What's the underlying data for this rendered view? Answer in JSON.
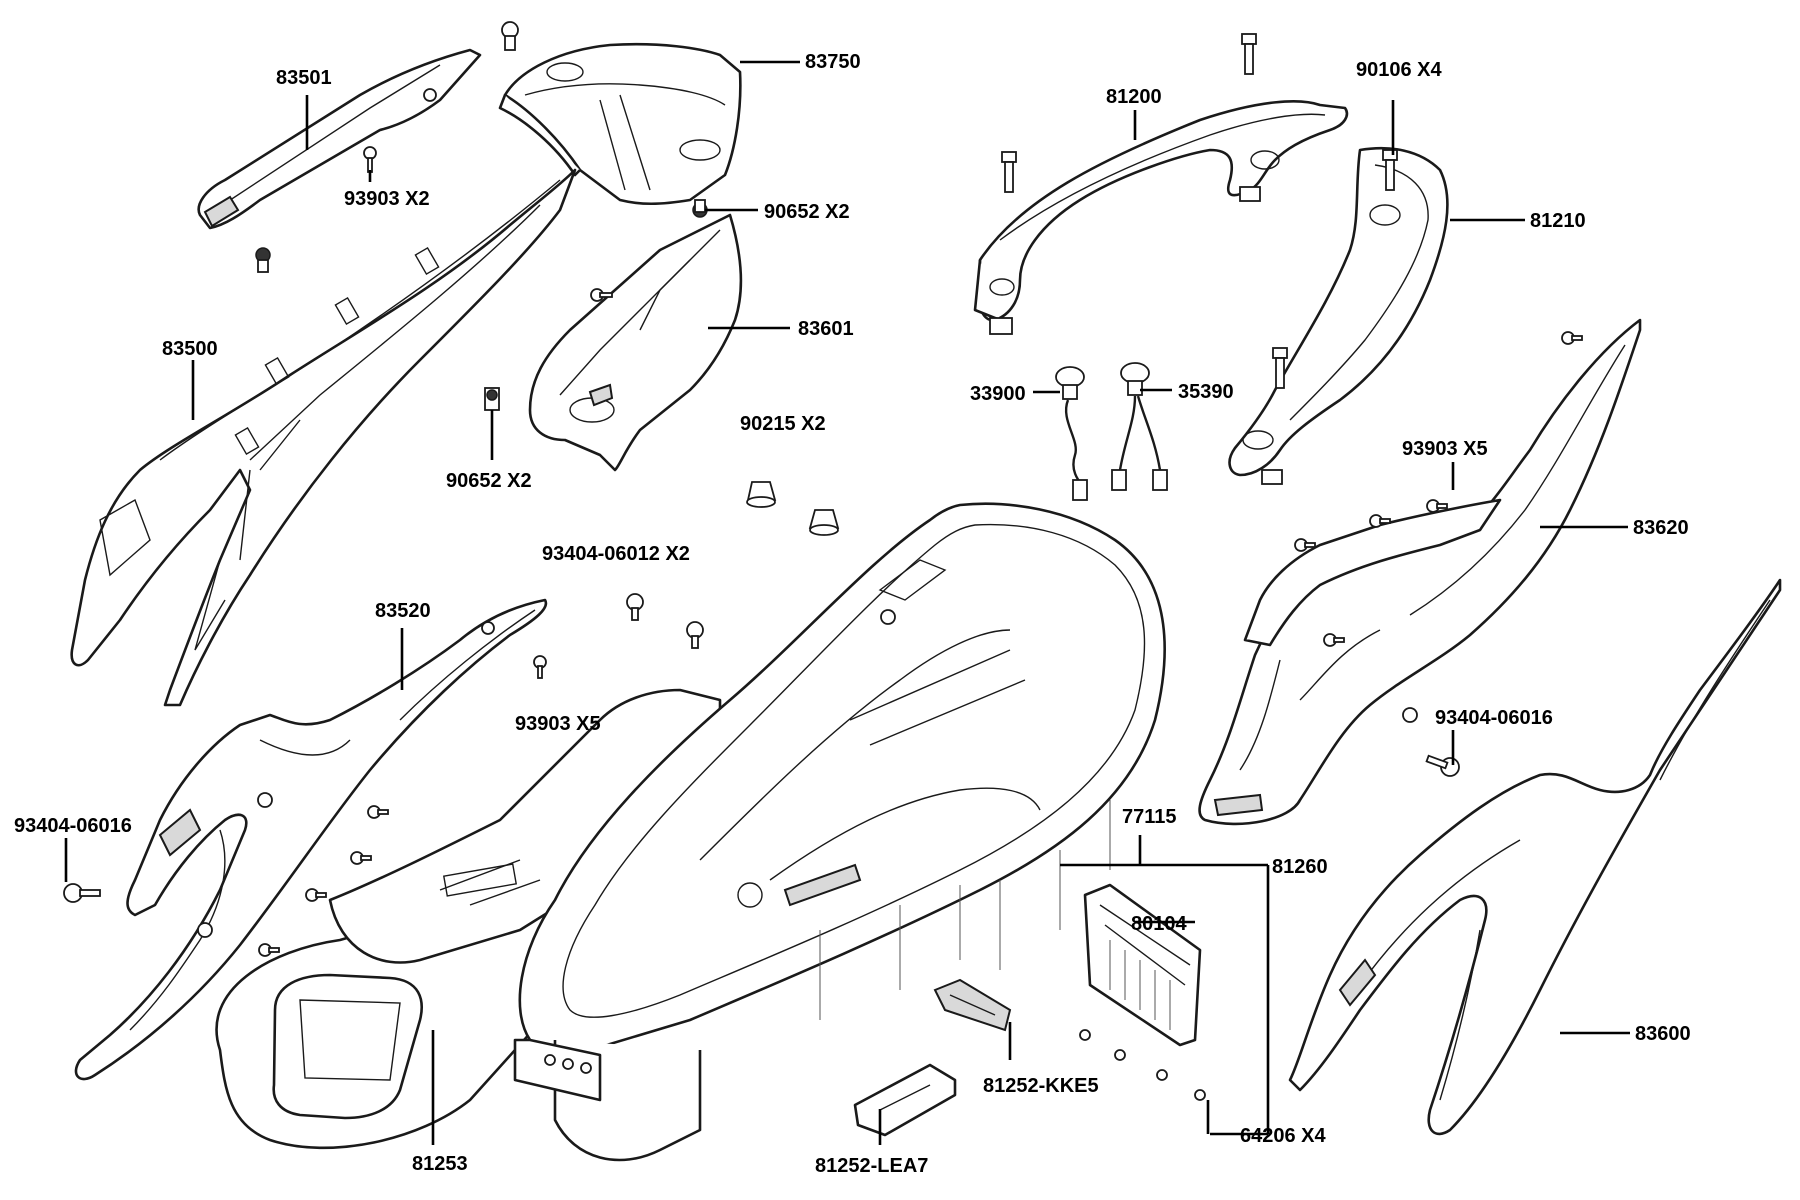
{
  "labels": {
    "p83501": "83501",
    "p83750": "83750",
    "p93903_x2": "93903  X2",
    "p90652_x2_a": "90652  X2",
    "p83500": "83500",
    "p83601": "83601",
    "p90652_x2_b": "90652 X2",
    "p90215_x2": "90215   X2",
    "p93404_06012_x2": "93404-06012  X2",
    "p83520": "83520",
    "p93903_x5_a": "93903  X5",
    "p93404_06016_a": "93404-06016",
    "p81253": "81253",
    "p81252_lea7": "81252-LEA7",
    "p81252_kke5": "81252-KKE5",
    "p77115": "77115",
    "p81260": "81260",
    "p80104": "80104",
    "p64206_x4": "64206  X4",
    "p83600": "83600",
    "p93404_06016_b": "93404-06016",
    "p83620": "83620",
    "p93903_x5_b": "93903  X5",
    "p81210": "81210",
    "p90106_x4": "90106  X4",
    "p81200": "81200",
    "p33900": "33900",
    "p35390": "35390"
  },
  "colors": {
    "line": "#1a1a1a",
    "background": "#ffffff"
  }
}
